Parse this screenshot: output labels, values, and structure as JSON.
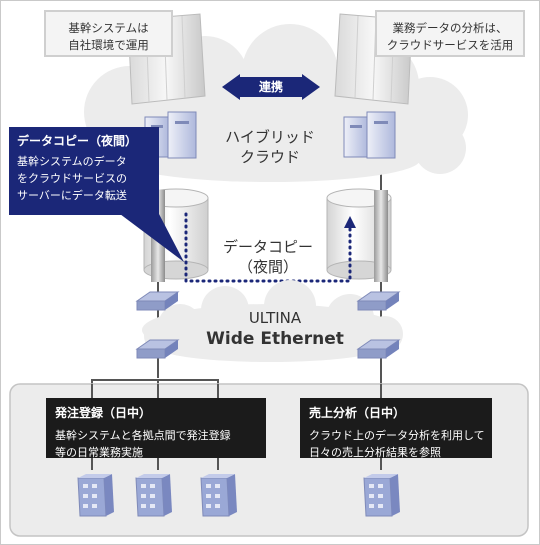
{
  "notes": {
    "left": {
      "line1": "基幹システムは",
      "line2": "自社環境で運用"
    },
    "right": {
      "line1": "業務データの分析は、",
      "line2": "クラウドサービスを活用"
    }
  },
  "link_label": "連携",
  "cloud": {
    "line1": "ハイブリッド",
    "line2": "クラウド"
  },
  "callout": {
    "title": "データコピー（夜間）",
    "line1": "基幹システムのデータ",
    "line2": "をクラウドサービスの",
    "line3": "サーバーにデータ転送"
  },
  "data_copy": {
    "line1": "データコピー",
    "line2": "（夜間）"
  },
  "wan": {
    "line1": "ULTINA",
    "line2": "Wide Ethernet"
  },
  "order_box": {
    "title": "発注登録（日中）",
    "line1": "基幹システムと各拠点間で発注登録",
    "line2": "等の日常業務実施"
  },
  "sales_box": {
    "title": "売上分析（日中）",
    "line1": "クラウド上のデータ分析を利用して",
    "line2": "日々の売上分析結果を参照"
  },
  "colors": {
    "navy": "#1b2778",
    "dark": "#1b1b1b",
    "cloud": "#ececec",
    "switch": "#8f9cc8",
    "building": "#9aa8d6",
    "server": "#b7c0df"
  },
  "icons": [
    "server-rack-icon",
    "server-icon",
    "storage-cylinder-icon",
    "network-switch-icon",
    "office-building-icon",
    "double-arrow-icon"
  ]
}
